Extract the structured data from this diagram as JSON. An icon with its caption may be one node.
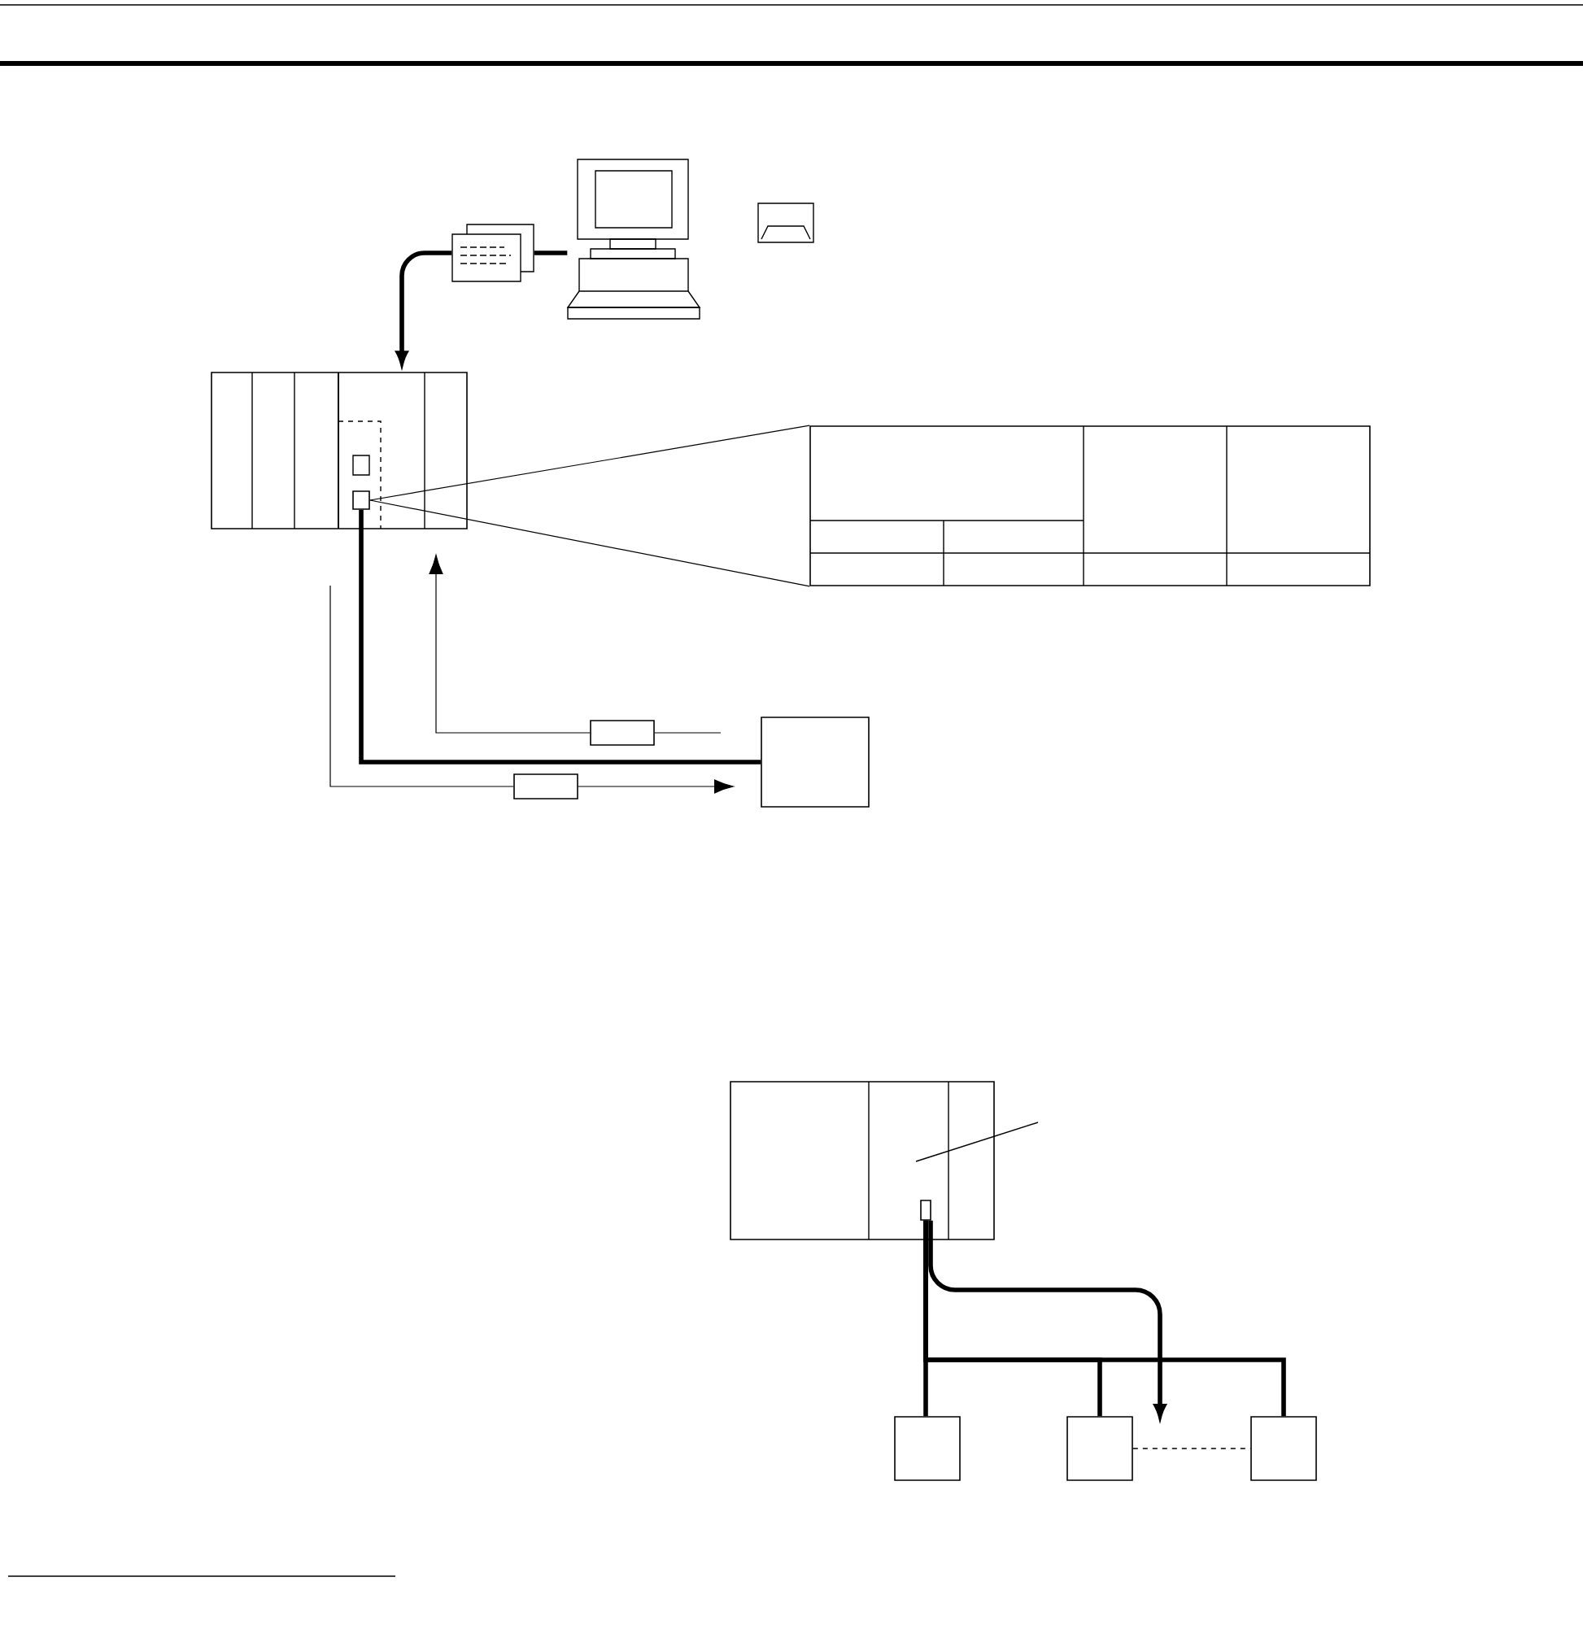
{
  "diagram": {
    "nodes": [
      {
        "text": [],
        "shape": "computer"
      },
      {
        "text": [],
        "shape": "document"
      },
      {
        "text": [],
        "shape": "box"
      },
      {
        "text": [],
        "shape": "box",
        "in": 2
      },
      {
        "text": [],
        "shape": "box"
      },
      {
        "text": [],
        "shape": "table"
      },
      {
        "text": [],
        "shape": "box"
      },
      {
        "text": [],
        "shape": "box"
      },
      {
        "text": [],
        "shape": "box"
      },
      {
        "text": [],
        "shape": "box",
        "in": 8
      },
      {
        "text": [],
        "shape": "box"
      },
      {
        "text": [],
        "shape": "box"
      },
      {
        "text": [],
        "shape": "box"
      }
    ],
    "edges": [
      {
        "from": 1,
        "to": 0,
        "arrow": "none",
        "style": "thick"
      },
      {
        "from": 1,
        "to": 2,
        "arrow": "to",
        "style": "thick"
      },
      {
        "from": 3,
        "to": 5,
        "arrow": "none"
      },
      {
        "from": 3,
        "to": 5,
        "arrow": "none"
      },
      {
        "from": 3,
        "to": 4,
        "arrow": "none",
        "style": "thick"
      },
      {
        "from": null,
        "to": 6,
        "arrow": "none"
      },
      {
        "from": 6,
        "to": null,
        "arrow": "to"
      },
      {
        "from": null,
        "to": 7,
        "arrow": "none"
      },
      {
        "from": 7,
        "to": null,
        "arrow": "to"
      },
      {
        "from": 9,
        "to": 10,
        "arrow": "none",
        "style": "thick"
      },
      {
        "from": 9,
        "to": 11,
        "arrow": "none",
        "style": "thick"
      },
      {
        "from": 9,
        "to": 12,
        "arrow": "none",
        "style": "thick"
      },
      {
        "from": 9,
        "to": null,
        "arrow": "to",
        "style": "thick"
      },
      {
        "from": 11,
        "to": 12,
        "arrow": "none",
        "style": "dashed"
      }
    ]
  }
}
